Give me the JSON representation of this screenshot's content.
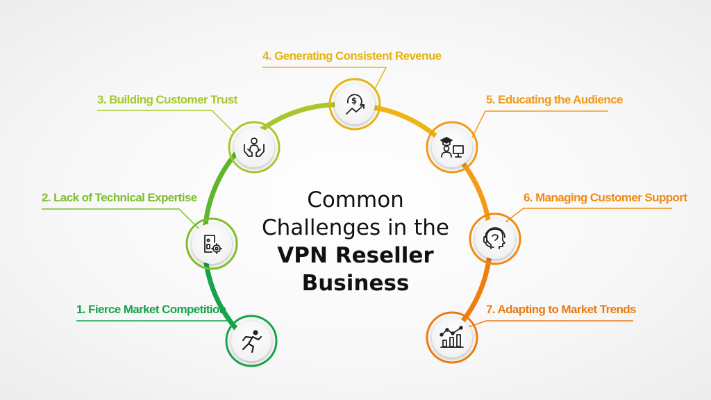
{
  "title": {
    "line1": "Common",
    "line2": "Challenges in the",
    "line3": "VPN Reseller",
    "line4": "Business"
  },
  "items": [
    {
      "label": "1. Fierce Market Competition",
      "color": "#16a34a",
      "icon": "running-person-icon"
    },
    {
      "label": "2. Lack of Technical Expertise",
      "color": "#7cbf2a",
      "icon": "tech-settings-icon"
    },
    {
      "label": "3. Building Customer Trust",
      "color": "#a6c82a",
      "icon": "trust-hands-icon"
    },
    {
      "label": "4. Generating Consistent Revenue",
      "color": "#e5b312",
      "icon": "revenue-growth-icon"
    },
    {
      "label": "5. Educating the Audience",
      "color": "#f29a14",
      "icon": "education-screen-icon"
    },
    {
      "label": "6. Managing Customer Support",
      "color": "#f08a12",
      "icon": "support-headset-icon"
    },
    {
      "label": "7. Adapting to Market Trends",
      "color": "#ee7a0f",
      "icon": "trend-chart-icon"
    }
  ]
}
